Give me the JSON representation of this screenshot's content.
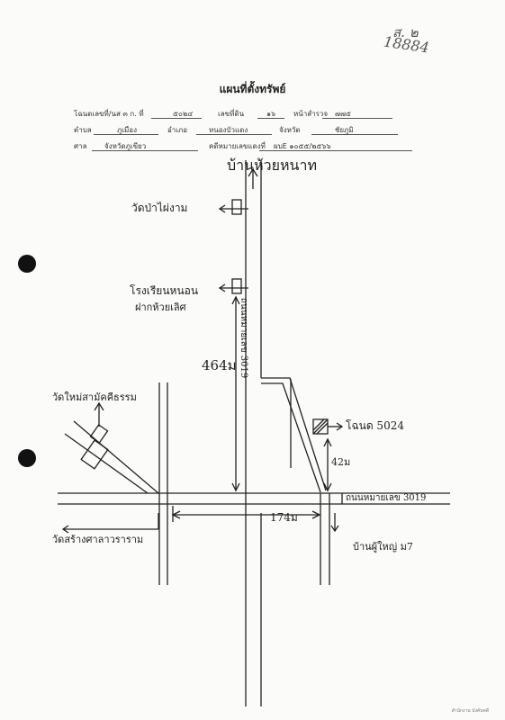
{
  "corner": {
    "code_top": "ส. ๒",
    "number": "18884"
  },
  "document": {
    "title": "แผนที่ตั้งทรัพย์"
  },
  "header": {
    "row1": {
      "label_deed": "โฉนดเลขที่/นส ๓ ก. ที่",
      "deed_no": "๕๐๒๔",
      "label_land": "เลขที่ดิน",
      "land_no": "๑๖",
      "label_survey": "หน้าสำรวจ",
      "survey_no": "๗๗๕"
    },
    "row2": {
      "label_tambon": "ตำบล",
      "tambon": "ภูเมือง",
      "label_amphoe": "อำเภอ",
      "amphoe": "หนองบัวแดง",
      "label_province": "จังหวัด",
      "province": "ชัยภูมิ"
    },
    "row3": {
      "label_court": "ศาล",
      "court": "จังหวัดภูเขียว",
      "label_case": "คดีหมายเลขแดงที่",
      "case_no": "ผบE ๑๐๕๕/๒๕๖๖"
    }
  },
  "map": {
    "label_north_village": "บ้านห้วยหนาท",
    "label_temple_north": "วัดป่าไผ่งาม",
    "label_factory_line1": "โรงเรียนหนอน",
    "label_factory_line2": "ฝากห้วยเลิศ",
    "label_road_vertical": "ถนนหมายเลข 3019",
    "label_distance_vertical": "464ม",
    "label_temple_west": "วัดใหม่สามัคคีธรรม",
    "label_deed_target": "โฉนด 5024",
    "label_distance_small": "42ม",
    "label_road_horizontal": "ถนนหมายเลข 3019",
    "label_distance_horizontal": "174ม",
    "label_temple_southwest": "วัดสร้างศาลาวราราม",
    "label_headman": "บ้านผู้ใหญ่ ม7"
  },
  "footer": {
    "note": "สำนักงาน บังคับคดี"
  }
}
